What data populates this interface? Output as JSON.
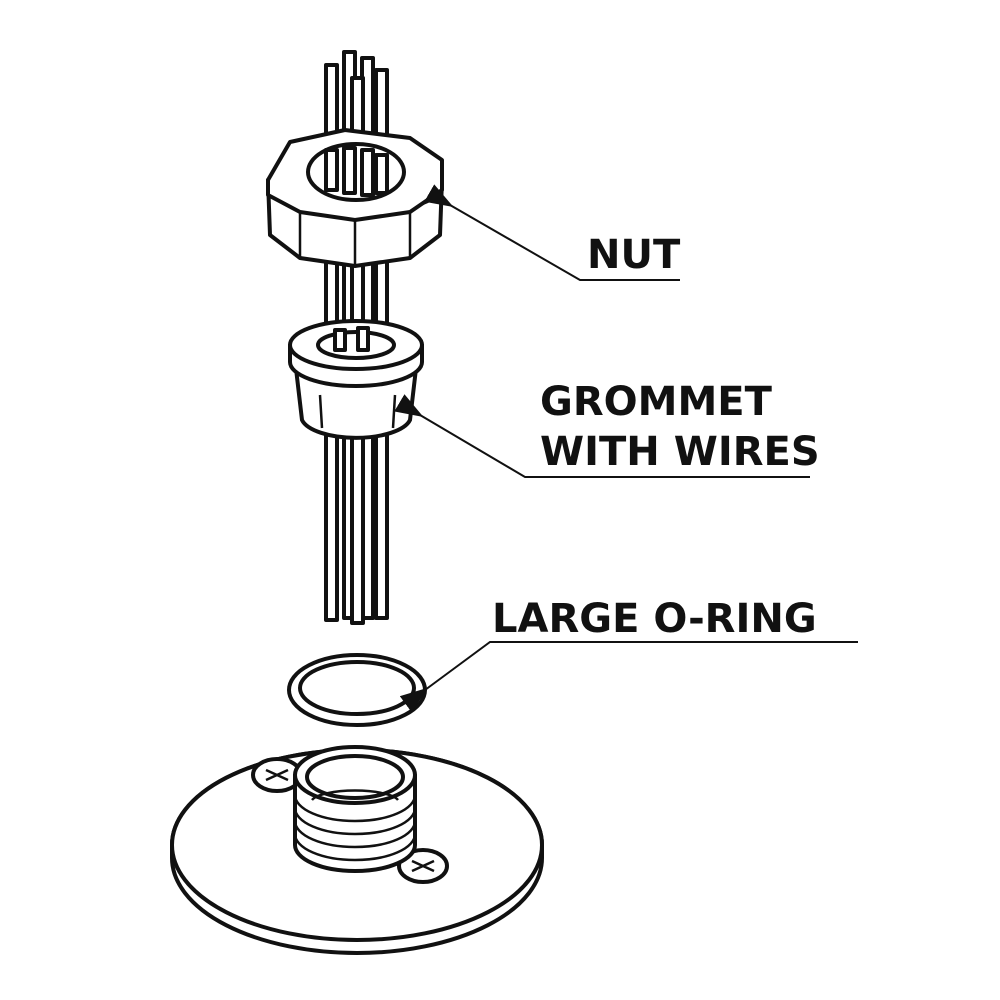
{
  "diagram": {
    "labels": {
      "nut": "NUT",
      "grommet_line1": "GROMMET",
      "grommet_line2": "WITH WIRES",
      "oring": "LARGE O-RING"
    },
    "colors": {
      "ink": "#111111",
      "background": "#ffffff"
    }
  }
}
